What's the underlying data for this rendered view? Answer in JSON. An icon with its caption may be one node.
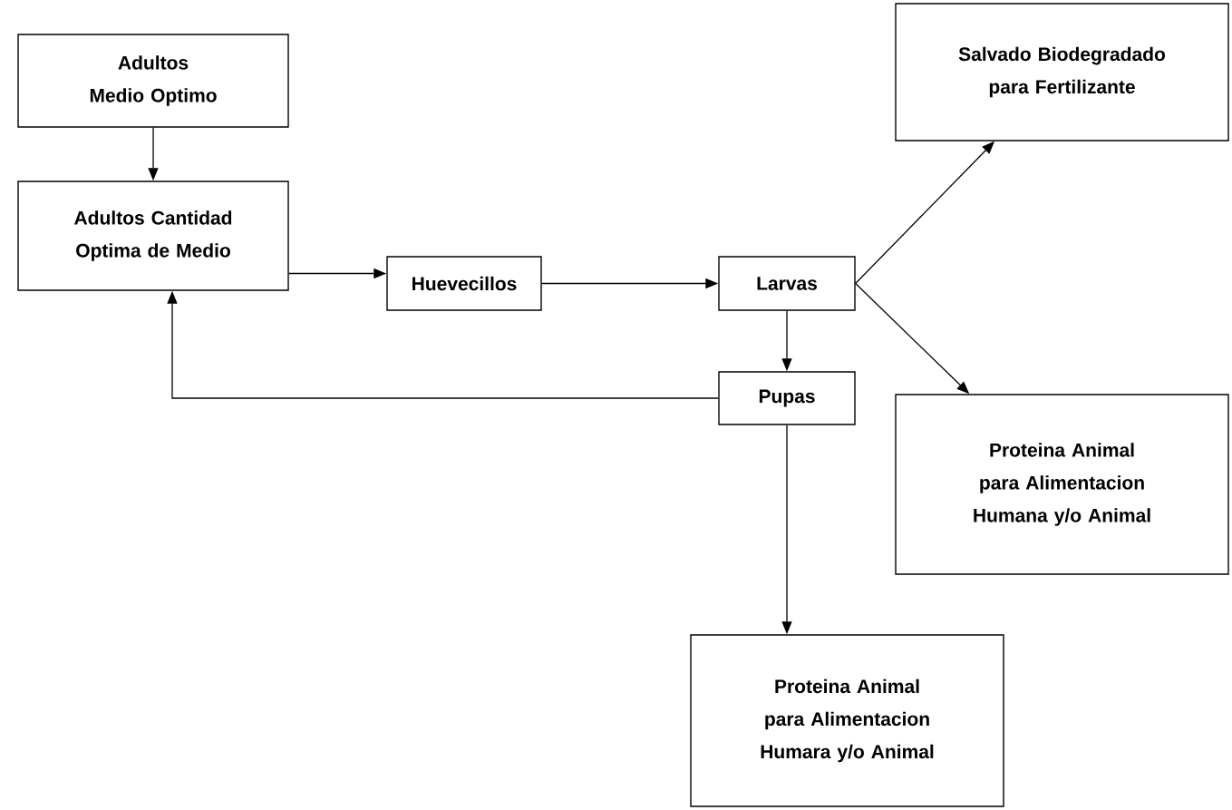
{
  "diagram": {
    "nodes": [
      {
        "text": [
          "Adultos Medio Optimo"
        ]
      },
      {
        "text": [
          "Adultos Cantidad Optima de Medio"
        ]
      },
      {
        "text": [
          "Huevecillos"
        ]
      },
      {
        "text": [
          "Larvas"
        ]
      },
      {
        "text": [
          "Pupas"
        ]
      },
      {
        "text": [
          "Salvado Biodegradado para Fertilizante"
        ]
      },
      {
        "text": [
          "Proteina Animal para Alimentacion Humana y/o Animal"
        ]
      },
      {
        "text": [
          "Proteina Animal para Alimentacion Humara y/o Animal"
        ]
      }
    ],
    "edges": [
      {
        "from": 0,
        "to": 1,
        "arrow": "to"
      },
      {
        "from": 1,
        "to": 2,
        "arrow": "to"
      },
      {
        "from": 2,
        "to": 3,
        "arrow": "to"
      },
      {
        "from": 3,
        "to": 5,
        "arrow": "to"
      },
      {
        "from": 3,
        "to": 6,
        "arrow": "to"
      },
      {
        "from": 3,
        "to": 4,
        "arrow": "to"
      },
      {
        "from": 4,
        "to": 1,
        "arrow": "to"
      },
      {
        "from": 4,
        "to": 7,
        "arrow": "to"
      }
    ]
  }
}
